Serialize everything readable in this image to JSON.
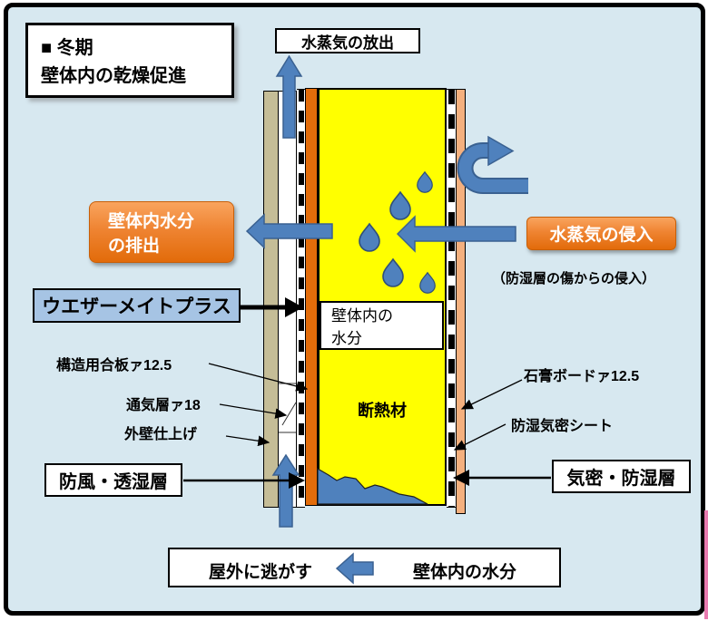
{
  "header": {
    "title_line1": "■ 冬期",
    "title_line2": "壁体内の乾燥促進"
  },
  "top_label": {
    "vapor_release": "水蒸気の放出"
  },
  "left_side": {
    "moisture_export_line1": "壁体内水分",
    "moisture_export_line2": "の排出",
    "weathermate": "ウエザーメイトプラス",
    "plywood_label": "構造用合板ァ12.5",
    "vent_layer_label": "通気層ァ18",
    "exterior_finish_label": "外壁仕上げ",
    "windproof_label": "防風・透湿層"
  },
  "right_side": {
    "vapor_intrusion": "水蒸気の侵入",
    "intrusion_note": "（防湿層の傷からの侵入）",
    "gypsum_label": "石膏ボードァ12.5",
    "sheet_label": "防湿気密シート",
    "airtight_label": "気密・防湿層"
  },
  "wall": {
    "inner_moisture_line1": "壁体内の",
    "inner_moisture_line2": "水分",
    "insulation_label": "断熱材"
  },
  "bottom_bar": {
    "escape_label": "屋外に逃がす",
    "moisture_label": "壁体内の水分"
  },
  "colors": {
    "background": "#d7e8f0",
    "frame_border": "#000000",
    "arrow_blue": "#4f81bd",
    "arrow_blue_dark": "#3a6191",
    "orange_box": "#ed7d31",
    "exterior_finish_tan": "#c5bd97",
    "plywood_orange": "#e36c0a",
    "insulation_yellow": "#ffff00",
    "gypsum_pink": "#f4b07e",
    "weathermate_box_blue": "#a6c4e4",
    "water_blue": "#4f81bd",
    "right_edge_artifact_pink": "#e87bb0"
  }
}
